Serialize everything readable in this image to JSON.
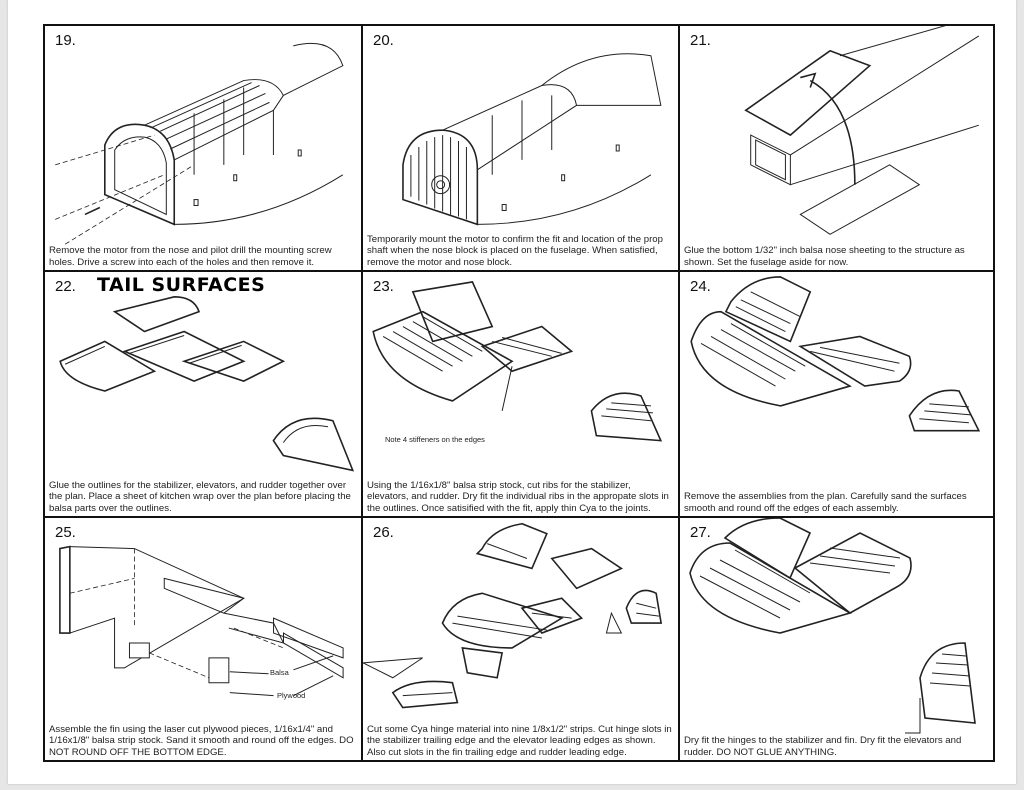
{
  "document": {
    "section_heading": "TAIL SURFACES",
    "steps": [
      {
        "number": "19.",
        "caption": "Remove the motor from the nose and pilot drill the mounting screw holes. Drive a screw into each of the holes and then remove it."
      },
      {
        "number": "20.",
        "caption": "Temporarily mount the motor to confirm the fit and location of the prop shaft when the nose block is placed on the fuselage. When satisfied, remove the motor and nose block."
      },
      {
        "number": "21.",
        "caption": "Glue the bottom 1/32\" inch balsa nose sheeting to the structure as shown. Set the fuselage aside for now."
      },
      {
        "number": "22.",
        "caption": "Glue the outlines for the stabilizer, elevators, and rudder together over the plan. Place a sheet of kitchen wrap over the plan before placing the balsa parts over the outlines."
      },
      {
        "number": "23.",
        "caption": "Using the 1/16x1/8\" balsa strip stock, cut ribs for the stabilizer, elevators, and rudder. Dry fit the individual ribs in the appropate slots in the outlines. Once satisified with the fit, apply thin Cya to the joints.",
        "annotation": "Note 4 stiffeners on the edges"
      },
      {
        "number": "24.",
        "caption": "Remove the assemblies from the plan. Carefully sand the surfaces smooth and round off the edges of each assembly."
      },
      {
        "number": "25.",
        "caption": "Assemble the fin using the laser cut plywood pieces, 1/16x1/4\" and 1/16x1/8\" balsa strip stock. Sand it smooth and round off the edges. DO NOT ROUND OFF THE BOTTOM EDGE.",
        "labels": [
          "Balsa",
          "Plywood"
        ]
      },
      {
        "number": "26.",
        "caption": "Cut some Cya hinge material into nine 1/8x1/2\" strips. Cut hinge slots in the stabilizer trailing edge and the elevator leading edges as shown. Also cut slots in the fin trailing edge and rudder leading edge."
      },
      {
        "number": "27.",
        "caption": "Dry fit the hinges to the stabilizer and fin. Dry fit the elevators and rudder. DO NOT GLUE ANYTHING."
      }
    ]
  }
}
